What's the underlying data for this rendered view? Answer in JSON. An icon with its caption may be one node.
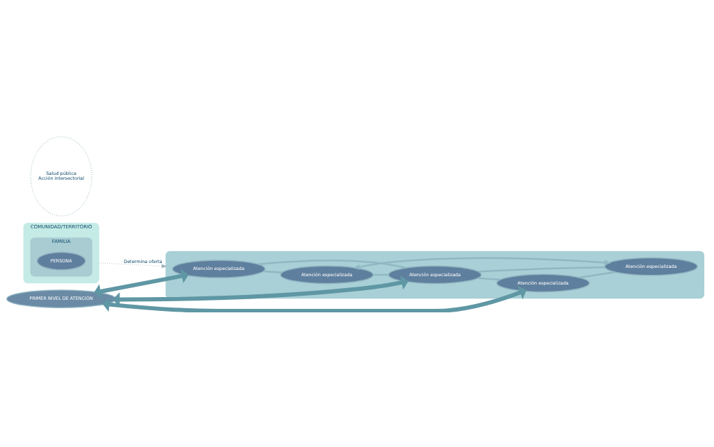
{
  "diagram": {
    "nodes": [
      {
        "text": [
          "COMUNIDAD/TERRITORIO"
        ]
      },
      {
        "text": [
          "FAMILIA"
        ],
        "in": 0
      },
      {
        "text": [
          "PERSONA"
        ],
        "in": 1
      },
      {
        "text": [],
        "shape": "ellipse"
      },
      {
        "text": [
          "Salud pública",
          "Acción intersectorial"
        ]
      },
      {
        "text": [
          "PRIMER NIVEL DE ATENCIÓN"
        ]
      },
      {
        "text": [
          "Atención especializada"
        ],
        "in": 3
      },
      {
        "text": [
          "Atención especializada"
        ],
        "in": 3
      },
      {
        "text": [
          "Atención especializada"
        ],
        "in": 3
      },
      {
        "text": [
          "Atención especializada"
        ],
        "in": 3
      },
      {
        "text": [
          "Atención especializada"
        ],
        "in": 3
      }
    ],
    "edges": [
      {
        "from": 0,
        "to": 3,
        "arrow": "to",
        "label": "Determina oferta",
        "style": "dashed",
        "color": "#9fb3bd"
      },
      {
        "from": 5,
        "to": 6,
        "arrow": "both",
        "style": "thick",
        "color": "#5f97a4"
      },
      {
        "from": 5,
        "to": 8,
        "arrow": "both",
        "style": "thick",
        "color": "#5f97a4"
      },
      {
        "from": 5,
        "to": 10,
        "arrow": "both",
        "style": "thick",
        "color": "#5f97a4"
      },
      {
        "from": 6,
        "to": 7,
        "arrow": "none"
      },
      {
        "from": 6,
        "to": 8,
        "arrow": "none"
      },
      {
        "from": 7,
        "to": 8,
        "arrow": "none"
      },
      {
        "from": 7,
        "to": 9,
        "arrow": "both"
      },
      {
        "from": 8,
        "to": 9,
        "arrow": "none"
      },
      {
        "from": 8,
        "to": 10,
        "arrow": "none"
      },
      {
        "from": 10,
        "to": 9,
        "arrow": "none"
      }
    ]
  }
}
